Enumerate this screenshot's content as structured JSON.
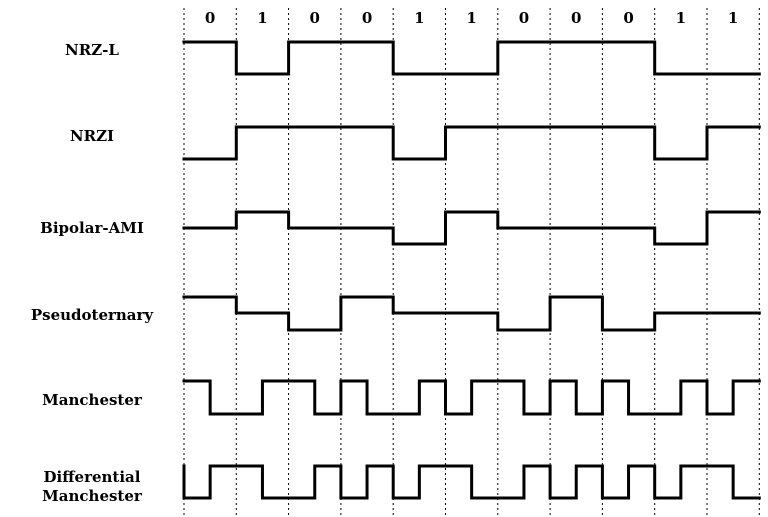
{
  "bits": [
    "0",
    "1",
    "0",
    "0",
    "1",
    "1",
    "0",
    "0",
    "0",
    "1",
    "1"
  ],
  "encodings": [
    {
      "key": "nrzl",
      "label_lines": [
        "NRZ-L"
      ],
      "levels": [
        1,
        0,
        1,
        1,
        0,
        0,
        1,
        1,
        1,
        0,
        0
      ]
    },
    {
      "key": "nrzi",
      "label_lines": [
        "NRZI"
      ],
      "levels": [
        0,
        1,
        1,
        1,
        0,
        1,
        1,
        1,
        1,
        0,
        1
      ]
    },
    {
      "key": "ami",
      "label_lines": [
        "Bipolar-AMI"
      ],
      "levels": [
        0,
        1,
        0,
        0,
        -1,
        1,
        0,
        0,
        0,
        -1,
        1
      ]
    },
    {
      "key": "pseudo",
      "label_lines": [
        "Pseudoternary"
      ],
      "levels": [
        1,
        0,
        -1,
        1,
        0,
        0,
        -1,
        1,
        -1,
        0,
        0
      ]
    },
    {
      "key": "manchester",
      "label_lines": [
        "Manchester"
      ],
      "half_levels": [
        [
          1,
          0
        ],
        [
          0,
          1
        ],
        [
          1,
          0
        ],
        [
          1,
          0
        ],
        [
          0,
          1
        ],
        [
          0,
          1
        ],
        [
          1,
          0
        ],
        [
          1,
          0
        ],
        [
          1,
          0
        ],
        [
          0,
          1
        ],
        [
          0,
          1
        ]
      ]
    },
    {
      "key": "diffman",
      "label_lines": [
        "Differential",
        "Manchester"
      ],
      "half_levels": [
        [
          0,
          1
        ],
        [
          1,
          0
        ],
        [
          0,
          1
        ],
        [
          0,
          1
        ],
        [
          0,
          1
        ],
        [
          1,
          0
        ],
        [
          0,
          1
        ],
        [
          0,
          1
        ],
        [
          0,
          1
        ],
        [
          0,
          1
        ],
        [
          1,
          0
        ]
      ]
    }
  ]
}
